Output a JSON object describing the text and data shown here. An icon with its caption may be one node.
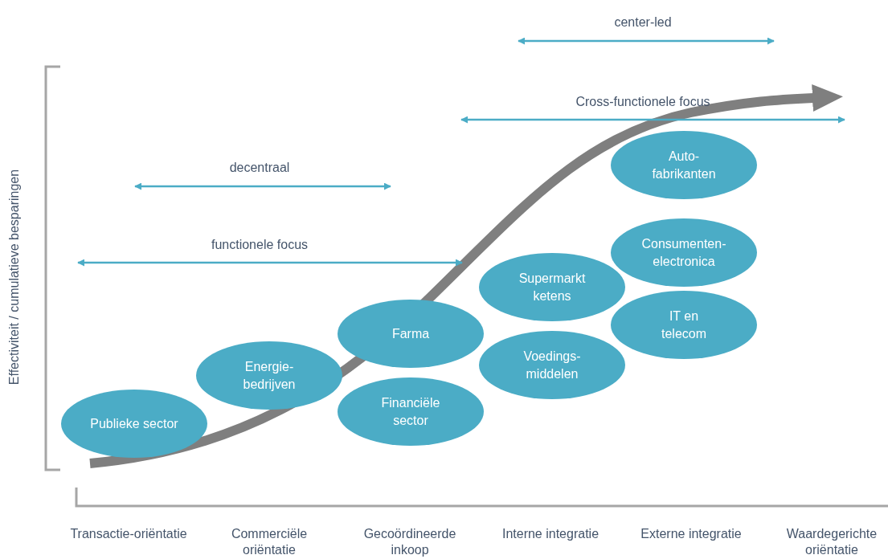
{
  "diagram": {
    "nodes": [
      {
        "text": [
          "Publieke sector"
        ]
      },
      {
        "text": [
          "Energie-bedrijven"
        ]
      },
      {
        "text": [
          "Farma"
        ]
      },
      {
        "text": [
          "Financiële sector"
        ]
      },
      {
        "text": [
          "Supermarkt ketens"
        ]
      },
      {
        "text": [
          "Voedings-middelen"
        ]
      },
      {
        "text": [
          "Auto-fabrikanten"
        ]
      },
      {
        "text": [
          "Consumenten-electronica"
        ]
      },
      {
        "text": [
          "IT en telecom"
        ]
      }
    ],
    "labels": [
      "center-led",
      "Cross-functionele focus",
      "decentraal",
      "functionele focus",
      "Effectiviteit / cumulatieve besparingen",
      "Transactie-oriëntatie",
      "Commerciële oriëntatie",
      "Gecoördineerde inkoop",
      "Interne integratie",
      "Externe integratie",
      "Waardegerichte oriëntatie"
    ]
  }
}
